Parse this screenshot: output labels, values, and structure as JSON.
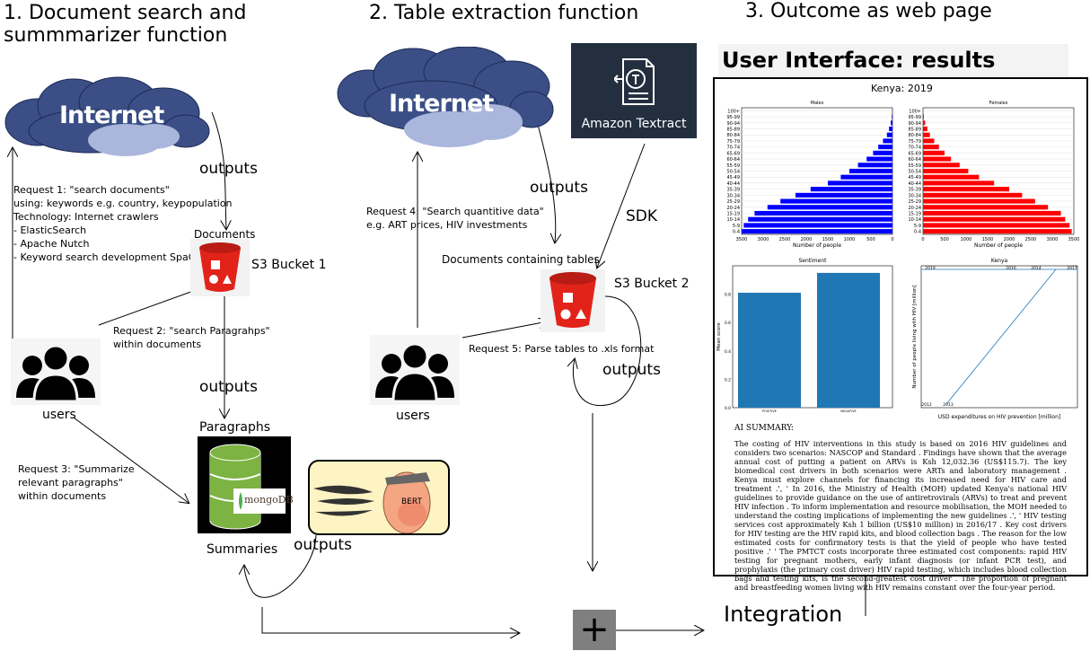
{
  "sections": {
    "s1": "1. Document search and",
    "s1b": "summmarizer function",
    "s2": "2. Table extraction function",
    "s3": "3. Outcome as web page"
  },
  "clouds": {
    "c1": "Internet",
    "c2": "Internet"
  },
  "labels": {
    "outputs1": "outputs",
    "outputs2": "outputs",
    "outputs3": "outputs",
    "outputs4": "outputs",
    "outputs5": "outputs",
    "sdk": "SDK",
    "documents": "Documents",
    "s3bucket1": "S3 Bucket 1",
    "s3bucket2": "S3 Bucket 2",
    "docs_tables": "Documents containing tables",
    "paragraphs": "Paragraphs",
    "summaries": "Summaries",
    "users1": "users",
    "users2": "users",
    "integration": "Integration",
    "amazon_textract": "Amazon Textract",
    "mongo": "mongoDB",
    "bert": "BERT"
  },
  "requests": {
    "r1": [
      "Request 1: \"search documents\"",
      "using: keywords e.g. country, keypopulation",
      "Technology: Internet crawlers",
      "- ElasticSearch",
      "- Apache Nutch",
      "- Keyword search development SpaCy"
    ],
    "r2": [
      "Request 2: \"search Paragrahps\"",
      "within documents"
    ],
    "r3": [
      "Request 3: \"Summarize",
      " relevant paragraphs\"",
      "within documents"
    ],
    "r4": [
      "Request 4: \"Search quantitive data\"",
      "e.g. ART prices, HIV investments"
    ],
    "r5": "Request 5: Parse tables to .xls format"
  },
  "ui": {
    "title": "User Interface: results",
    "country_title": "Kenya: 2019",
    "males": "Males",
    "females": "Females",
    "xlabel_people": "Number of people",
    "sentiment": "Sentiment",
    "kenya": "Kenya",
    "ylabel_sent": "Mean score",
    "ylabel_hiv": "Number of people living with HIV [million]",
    "xlabel_usd": "USD expenditures on HIV prevention [million]",
    "ai_summary_heading": "AI SUMMARY:",
    "ai_summary_text": "The costing of HIV interventions in this study is based on 2016 HIV guidelines and considers two scenarios: NASCOP and Standard . Findings have shown that the average annual cost of putting a patient on ARVs is Ksh 12,032.36 (US$115.7). The key biomedical cost drivers in both scenarios were ARTs and laboratory management . Kenya must explore channels for financing its increased need for HIV care and treatment .', ' In 2016, the Ministry of Health (MOH) updated Kenya's national HIV guidelines to provide guidance on the use of antiretrovirals (ARVs) to treat and prevent HIV infection . To inform implementation and resource mobilisation, the MOH needed to understand the costing implications of implementing the new guidelines .', ' HIV testing services cost approximately Ksh 1 billion (US$10 million) in 2016/17 . Key cost drivers for HIV testing are the HIV rapid kits, and blood collection bags . The reason for the low estimated costs for confirmatory tests is that the yield of people who have tested positive .' ' The PMTCT costs incorporate three estimated cost components: rapid HIV testing for pregnant mothers, early infant diagnosis (or infant PCR test), and prophylaxis (the primary cost driver) HIV rapid testing, which includes blood collection bags and testing kits, is the second-greatest cost driver . The proportion of pregnant and breastfeeding women living with HIV remains constant over the four-year period."
  },
  "chart_data": [
    {
      "type": "bar",
      "title": "Males",
      "orientation": "horizontal",
      "categories": [
        "0-4",
        "5-9",
        "10-14",
        "15-19",
        "20-24",
        "25-29",
        "30-34",
        "35-39",
        "40-44",
        "45-49",
        "50-54",
        "55-59",
        "60-64",
        "65-69",
        "70-74",
        "75-79",
        "80-84",
        "85-89",
        "90-94",
        "95-99",
        "100+"
      ],
      "values": [
        3500,
        3450,
        3350,
        3200,
        2900,
        2600,
        2250,
        1900,
        1500,
        1200,
        1000,
        800,
        600,
        450,
        330,
        220,
        130,
        80,
        40,
        15,
        5
      ],
      "xticks": [
        "3500",
        "3000",
        "2500",
        "2000",
        "1500",
        "1000",
        "500",
        "0"
      ],
      "xlabel": "Number of people",
      "xlim": [
        3500,
        0
      ],
      "color": "#0000ff"
    },
    {
      "type": "bar",
      "title": "Females",
      "orientation": "horizontal",
      "categories": [
        "0-4",
        "5-9",
        "10-14",
        "15-19",
        "20-24",
        "25-29",
        "30-34",
        "35-39",
        "40-44",
        "45-49",
        "50-54",
        "55-59",
        "60-64",
        "65-69",
        "70-74",
        "75-79",
        "80-84",
        "85-89",
        "90-94",
        "95-99",
        "100+"
      ],
      "values": [
        3450,
        3400,
        3300,
        3200,
        2900,
        2600,
        2300,
        2000,
        1650,
        1300,
        1050,
        850,
        650,
        500,
        370,
        260,
        160,
        100,
        50,
        20,
        5
      ],
      "xticks": [
        "0",
        "500",
        "1000",
        "1500",
        "2000",
        "2500",
        "3000",
        "3500"
      ],
      "xlabel": "Number of people",
      "xlim": [
        0,
        3500
      ],
      "color": "#ff0000"
    },
    {
      "type": "bar",
      "title": "Sentiment",
      "categories": [
        "POSITIVE",
        "NEGATIVE"
      ],
      "values": [
        0.81,
        0.95
      ],
      "ylabel": "Mean score",
      "ylim": [
        0,
        1.0
      ],
      "yticks": [
        "0.0",
        "0.2",
        "0.4",
        "0.6",
        "0.8"
      ],
      "color": "#1f77b4"
    },
    {
      "type": "line",
      "title": "Kenya",
      "xlabel": "USD expenditures on HIV prevention [million]",
      "ylabel": "Number of people living with HIV [million]",
      "point_labels": [
        "2012",
        "2013",
        "2014",
        "2016",
        "2017",
        "2019"
      ],
      "color": "#1f77b4"
    }
  ]
}
